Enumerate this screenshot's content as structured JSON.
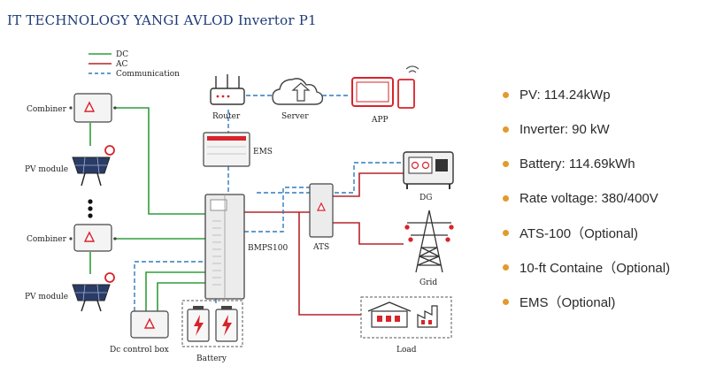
{
  "title": "IT TECHNOLOGY YANGI AVLOD Invertor P1",
  "legend": [
    {
      "label": "DC",
      "color": "#2e9e3a"
    },
    {
      "label": "AC",
      "color": "#b5242a"
    },
    {
      "label": "Communication",
      "color": "#2f7bbf"
    }
  ],
  "labels": {
    "combiner": "Combiner",
    "pv_module": "PV module",
    "router": "Router",
    "server": "Server",
    "app": "APP",
    "ems": "EMS",
    "bmps": "BMPS100",
    "ats": "ATS",
    "dg": "DG",
    "grid": "Grid",
    "dc_box": "Dc control box",
    "battery": "Battery",
    "load": "Load"
  },
  "specs": [
    "PV:  114.24kWp",
    "Inverter:  90  kW",
    "Battery: 114.69kWh",
    "Rate voltage: 380/400V",
    "ATS-100（Optional)",
    "10-ft Containe（Optional)",
    "EMS（Optional)"
  ],
  "colors": {
    "dc": "#2e9e3a",
    "ac": "#b5242a",
    "comm": "#2f7bbf",
    "bullet": "#e39a2c",
    "title": "#1d3a78"
  }
}
